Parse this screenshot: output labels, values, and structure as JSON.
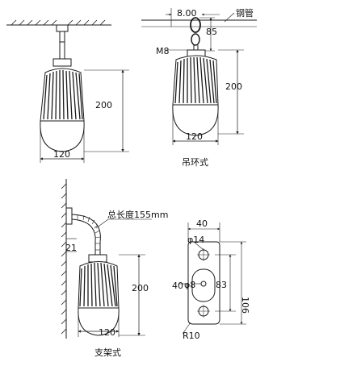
{
  "panel_ceiling": {
    "dims": {
      "height": "200",
      "width": "120"
    }
  },
  "panel_hanging": {
    "dims": {
      "pipe_offset": "8.00",
      "pipe_label": "钢管",
      "hook_height": "85",
      "thread": "M8",
      "height": "200",
      "width": "120"
    },
    "caption": "吊环式"
  },
  "panel_bracket": {
    "dims": {
      "arm_length_label": "总长度155mm",
      "offset": "21",
      "height": "200",
      "width": "120"
    },
    "caption": "支架式"
  },
  "panel_plate": {
    "dims": {
      "top_width": "40",
      "hole_dia": "φ14",
      "side_width": "40",
      "slot": "φ8",
      "inner_height": "83",
      "total_height": "106",
      "radius": "R10"
    }
  },
  "colors": {
    "line": "#1a1a1a",
    "background": "#ffffff"
  },
  "icons": {
    "fixture_body": "ribbed-lamp-icon",
    "hook": "hanging-ring-icon"
  }
}
